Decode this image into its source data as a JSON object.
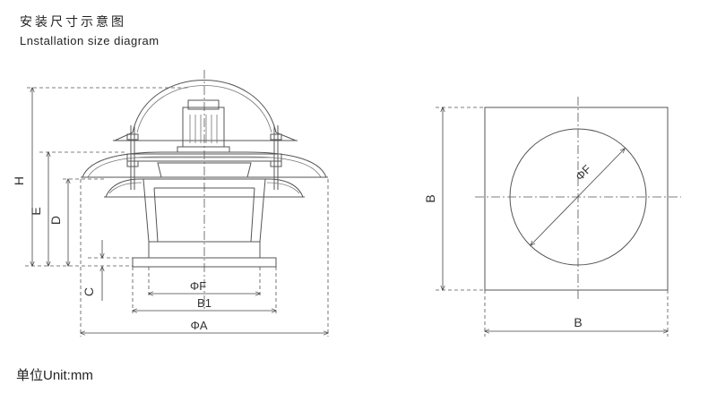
{
  "header": {
    "title_cn": "安装尺寸示意图",
    "title_en": "Lnstallation size diagram"
  },
  "footer": {
    "unit": "单位Unit:mm"
  },
  "side_view": {
    "labels": {
      "H": "H",
      "E": "E",
      "D": "D",
      "C": "C",
      "F": "ΦF",
      "B1": "B1",
      "A": "ΦA"
    }
  },
  "top_view": {
    "labels": {
      "B_vertical": "B",
      "B_horizontal": "B",
      "F_diag": "ΦF"
    }
  }
}
